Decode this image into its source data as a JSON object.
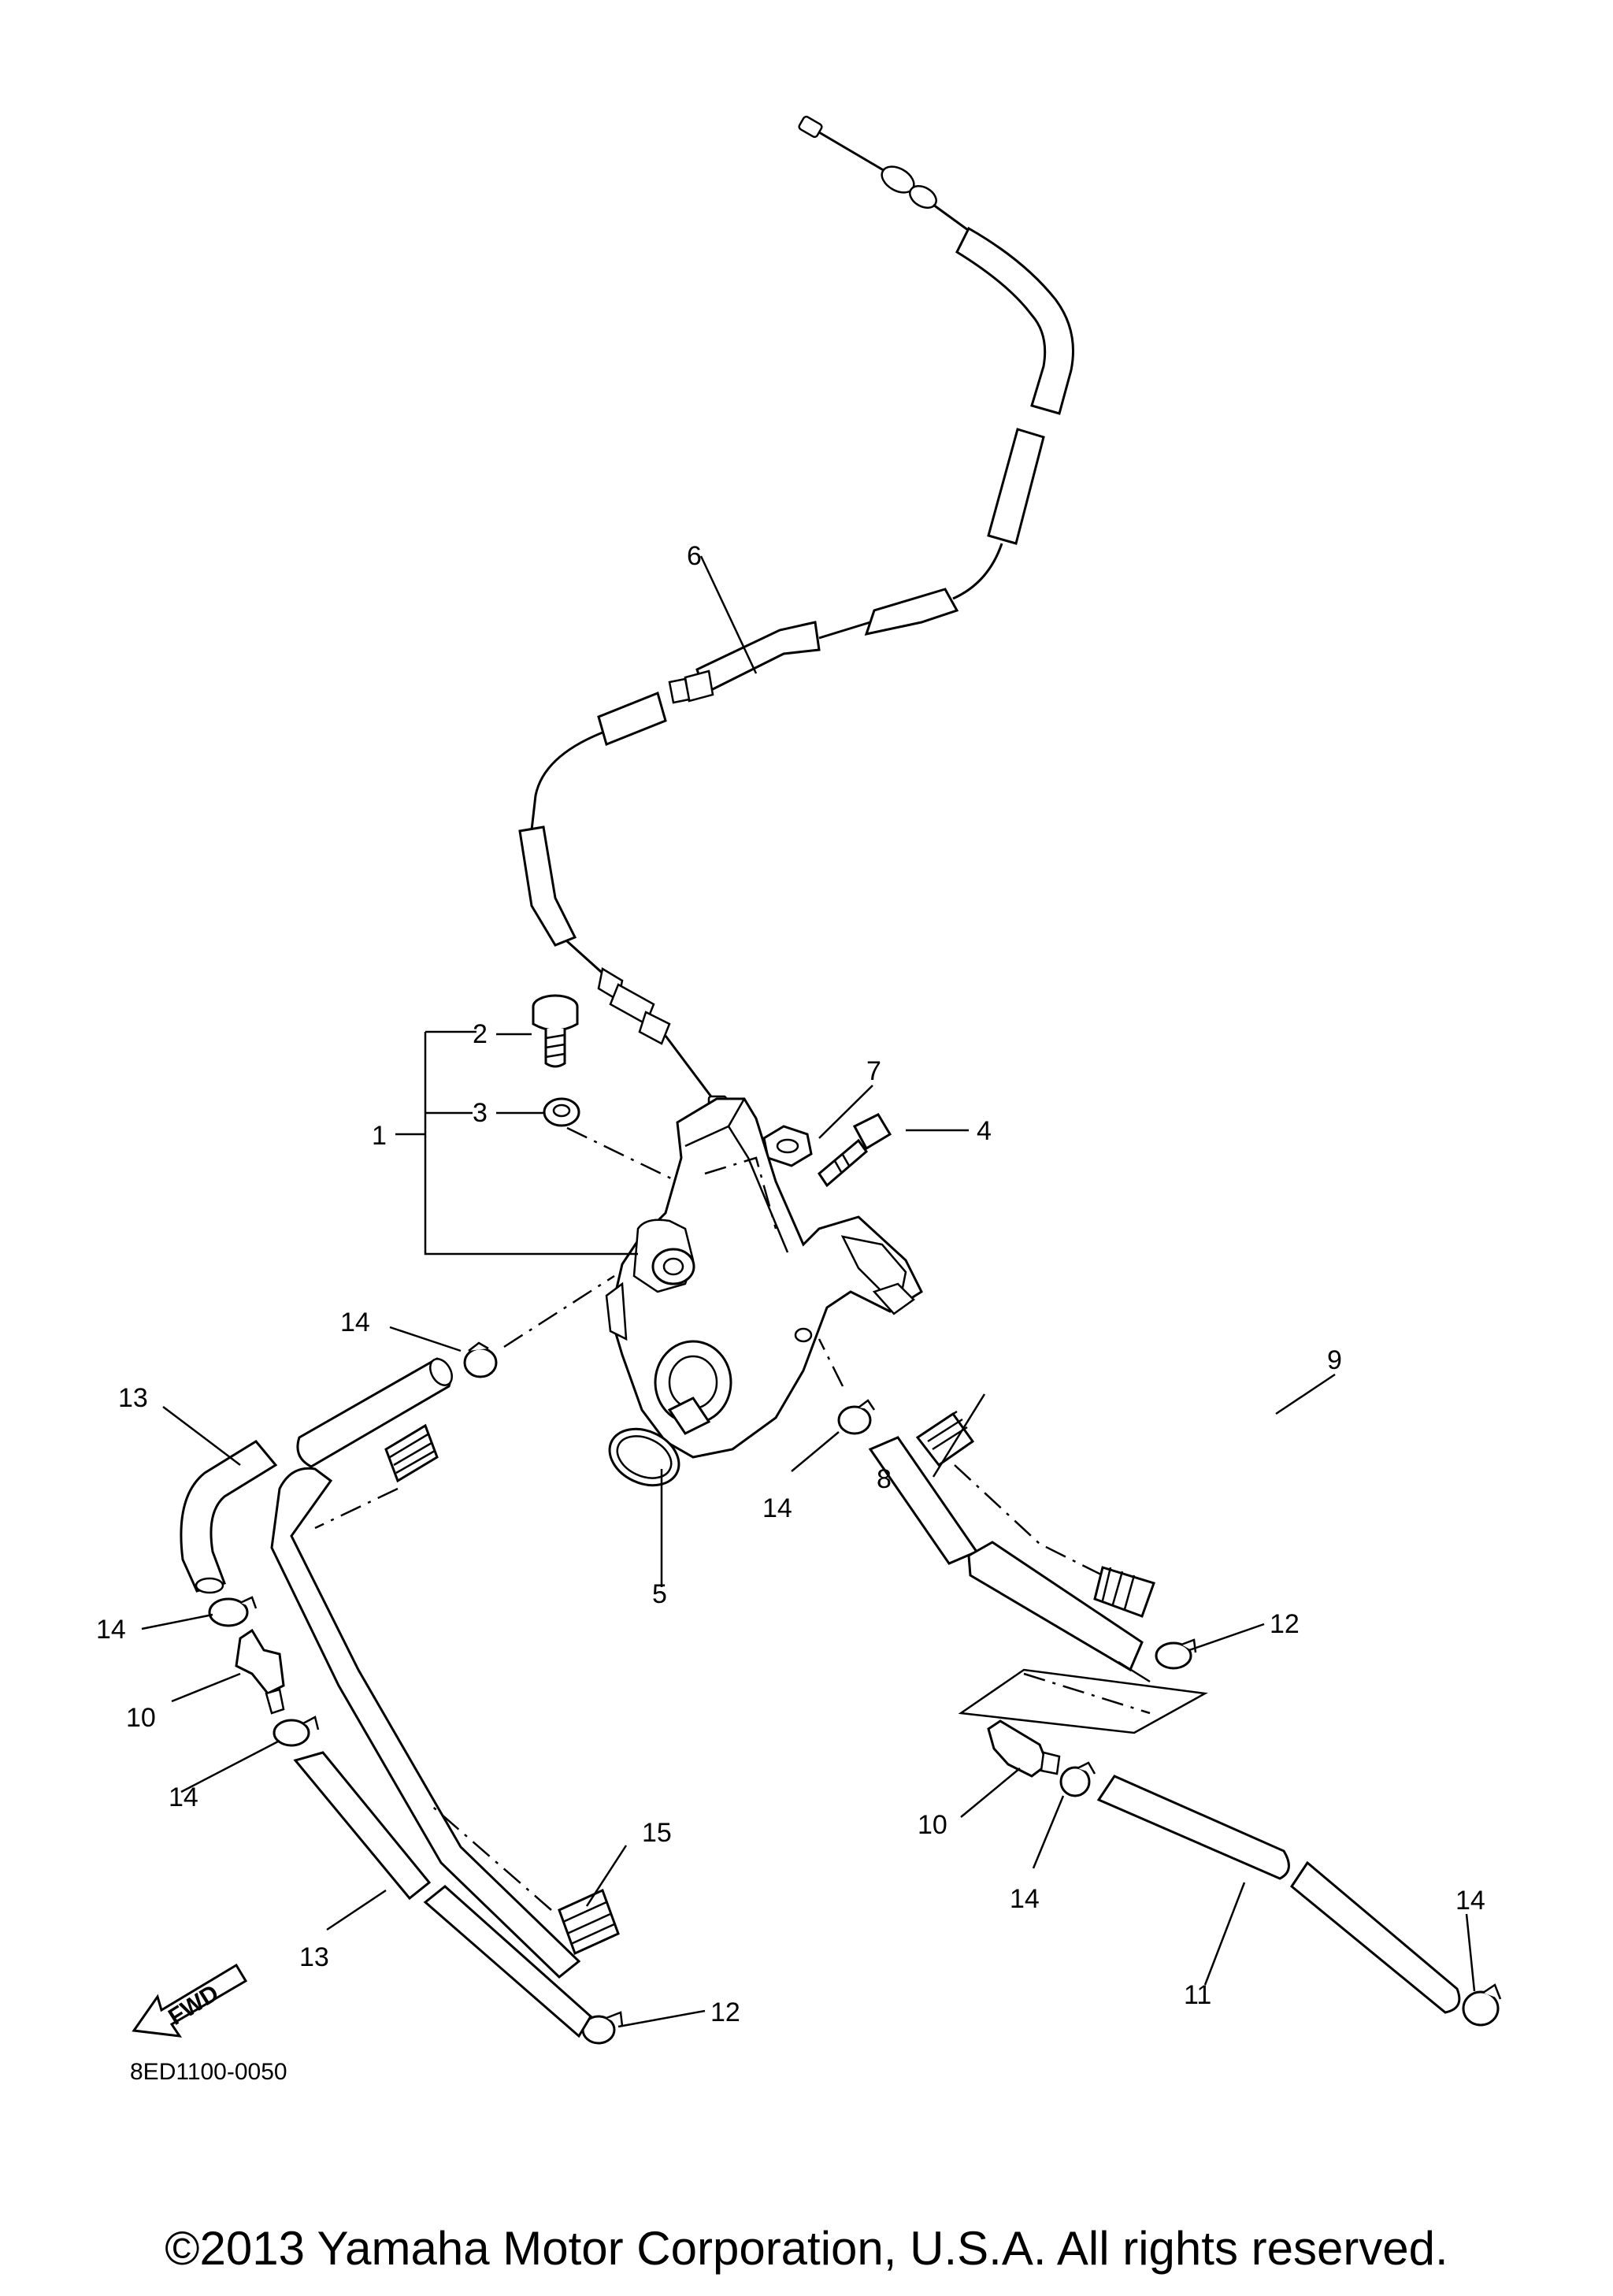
{
  "diagram_code": "8ED1100-0050",
  "fwd_label": "FWD",
  "copyright": "©2013 Yamaha Motor Corporation, U.S.A. All rights reserved.",
  "callouts": {
    "c1": "1",
    "c2": "2",
    "c3": "3",
    "c4": "4",
    "c5": "5",
    "c6": "6",
    "c7": "7",
    "c8": "8",
    "c9": "9",
    "c10a": "10",
    "c10b": "10",
    "c11": "11",
    "c12a": "12",
    "c12b": "12",
    "c13a": "13",
    "c13b": "13",
    "c14a": "14",
    "c14b": "14",
    "c14c": "14",
    "c14d": "14",
    "c14e": "14",
    "c14f": "14",
    "c15": "15"
  }
}
